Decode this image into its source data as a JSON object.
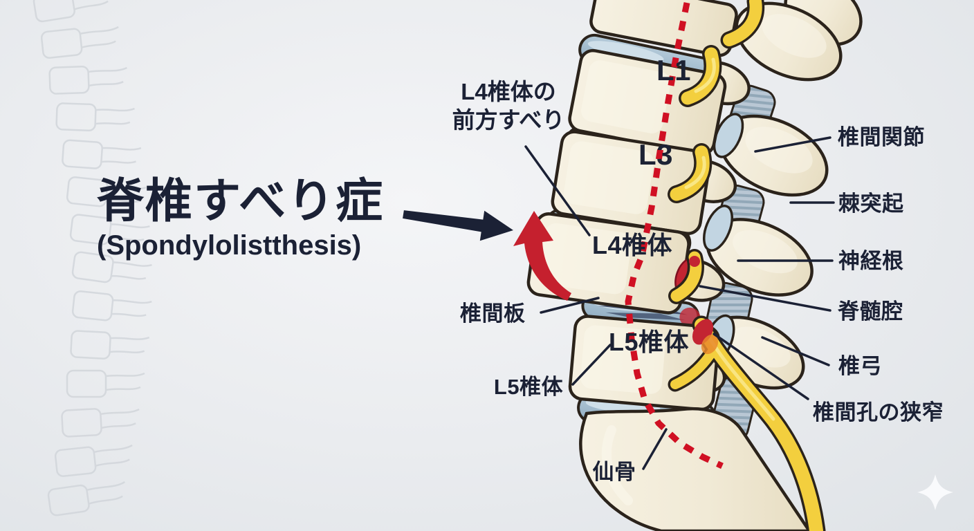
{
  "title": {
    "main": "脊椎すべり症",
    "sub": "(Spondylolistthesis)"
  },
  "callout": {
    "slip_line1": "L4椎体の",
    "slip_line2": "前方すべり"
  },
  "labels_left": {
    "disc": "椎間板",
    "l5_body": "L5椎体",
    "sacrum": "仙骨"
  },
  "labels_right": {
    "facet_joint": "椎間関節",
    "spinous_process": "棘突起",
    "nerve_root": "神経根",
    "spinal_canal": "脊髄腔",
    "vertebral_arch": "椎弓",
    "foraminal_stenosis": "椎間孔の狭窄"
  },
  "labels_on_spine": {
    "l1": "L1",
    "l3": "L3",
    "l4_body": "L4椎体",
    "l5_body": "L5椎体"
  },
  "icons": {
    "pointer_arrow": "right-arrow",
    "slip_direction_arrow": "curved-up-arrow",
    "sparkle": "four-point-star"
  },
  "colors": {
    "text_navy": "#1b2135",
    "background": "#eaecef",
    "bone_cream": "#f1ead6",
    "disc_blue": "#a2bccf",
    "nerve_yellow": "#f3cf3e",
    "alert_red": "#c42330",
    "dotted_axis_red": "#d01023",
    "ligament_gray_blue": "#b9c7d4",
    "watermark_gray": "#d2d6db"
  }
}
